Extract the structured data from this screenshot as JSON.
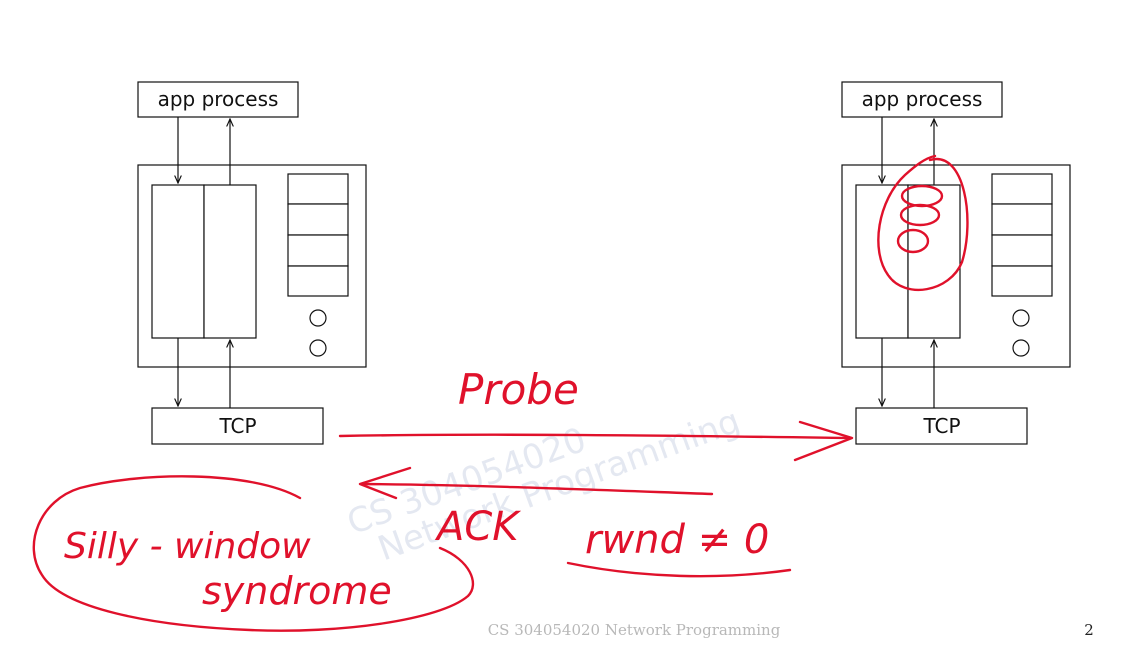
{
  "left_host": {
    "app_label": "app process",
    "tcp_label": "TCP"
  },
  "right_host": {
    "app_label": "app process",
    "tcp_label": "TCP"
  },
  "watermark": {
    "line1": "CS 304054020",
    "line2": "Network Programming"
  },
  "annotations": {
    "probe": "Probe",
    "ack": "ACK",
    "rwnd": "rwnd ≠ 0",
    "silly_line1": "Silly - window",
    "silly_line2": "syndrome"
  },
  "footer": {
    "text": "CS 304054020 Network Programming",
    "page_number": "2"
  },
  "colors": {
    "ink": "#e0112b",
    "lines": "#111111"
  }
}
